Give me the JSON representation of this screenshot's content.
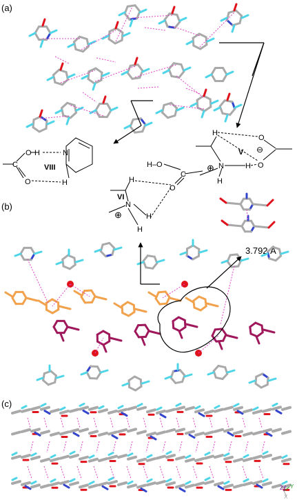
{
  "panels": {
    "a": "(a)",
    "b": "(b)",
    "c": "(c)"
  },
  "motifs": {
    "viii": {
      "label": "VIII",
      "atoms": {
        "o_top": "O",
        "h_top": "H",
        "n": "N",
        "c": "C",
        "o_bottom": "O",
        "h_bottom": "H"
      }
    },
    "v": {
      "label": "V",
      "atoms": {
        "h_top": "H",
        "o_top": "O",
        "minus": "⊖",
        "n": "N",
        "h_mid": "H",
        "o_bottom": "O",
        "plus": "⊕",
        "h_bottom": "H"
      }
    },
    "vi": {
      "label": "VI",
      "atoms": {
        "ho": "H–O",
        "c": "C",
        "o": "O",
        "h_top": "H",
        "n": "N",
        "h_mid": "H",
        "h_bottom": "H",
        "plus": "⊕"
      }
    }
  },
  "distance_label": "3.792 Å",
  "axes": {
    "z": "Z",
    "y": "Y",
    "x": "X"
  },
  "colors": {
    "carbon_gray": "#a9a9a9",
    "hydrogen_cyan": "#4fd5e8",
    "nitrogen_blue": "#3344cc",
    "oxygen_red": "#e0121c",
    "orange": "#f2a24c",
    "magenta": "#a0185c",
    "hbond_pink": "#e040c8"
  }
}
